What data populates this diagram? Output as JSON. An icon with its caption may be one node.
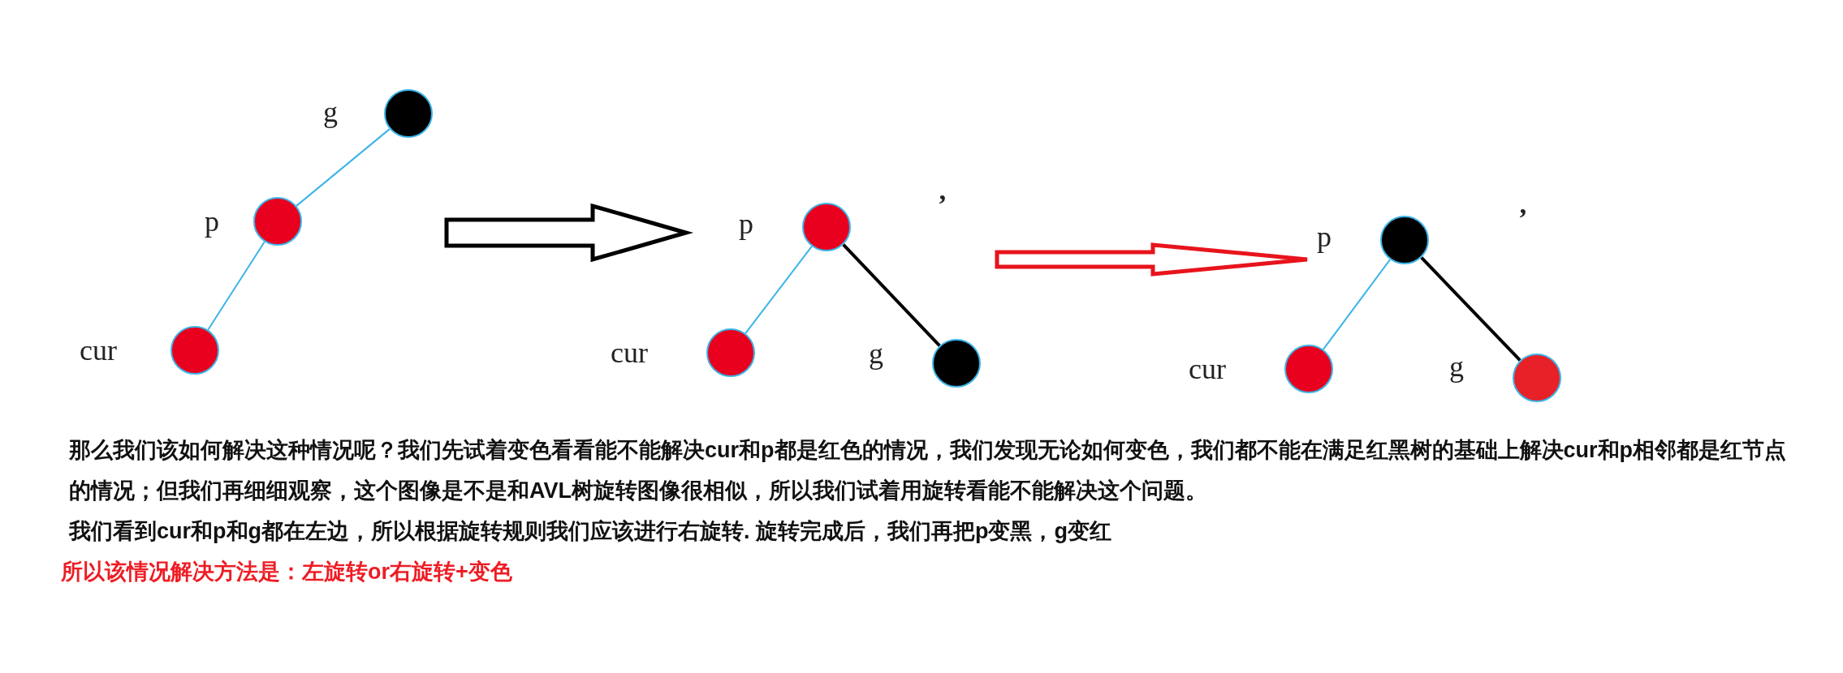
{
  "diagram": {
    "nodes": [
      {
        "text": [],
        "shape": "circle",
        "beside": [
          "g"
        ]
      },
      {
        "text": [],
        "shape": "circle",
        "beside": [
          "p"
        ]
      },
      {
        "text": [],
        "shape": "circle",
        "beside": [
          "cur"
        ]
      },
      {
        "text": [],
        "shape": "circle",
        "beside": [
          "p"
        ]
      },
      {
        "text": [],
        "shape": "circle",
        "beside": [
          "cur"
        ]
      },
      {
        "text": [],
        "shape": "circle",
        "beside": [
          "g"
        ]
      },
      {
        "text": [],
        "shape": "circle",
        "beside": [
          "p"
        ]
      },
      {
        "text": [],
        "shape": "circle",
        "beside": [
          "cur"
        ]
      },
      {
        "text": [],
        "shape": "circle",
        "beside": [
          "g"
        ]
      }
    ],
    "edges": [
      {
        "from": 0,
        "to": 1,
        "arrow": "none"
      },
      {
        "from": 1,
        "to": 2,
        "arrow": "none"
      },
      {
        "from": 1,
        "to": 3,
        "arrow": "to",
        "style": "thick",
        "color": "#000000"
      },
      {
        "from": 3,
        "to": 4,
        "arrow": "none"
      },
      {
        "from": 3,
        "to": 5,
        "arrow": "none",
        "color": "#000000"
      },
      {
        "from": 3,
        "to": 6,
        "arrow": "to",
        "style": "thick",
        "color": "#e8141c"
      },
      {
        "from": 6,
        "to": 7,
        "arrow": "none"
      },
      {
        "from": 6,
        "to": 8,
        "arrow": "none",
        "color": "#000000"
      }
    ],
    "labels": [
      "’",
      "’",
      "那么我们该如何解决这种情况呢？我们先试着变色看看能不能解决cur和p都是红色的情况，我们发现无论如何变色，我们都不能在满足红黑树的基础上解决cur和p相邻都是红节点的情况；但我们再细细观察，这个图像是不是和AVL树旋转图像很相似，所以我们试着用旋转看能不能解决这个问题。",
      "我们看到cur和p和g都在左边，所以根据旋转规则我们应该进行右旋转. 旋转完成后，我们再把p变黑，g变红",
      "所以该情况解决方法是：左旋转or右旋转+变色"
    ]
  }
}
